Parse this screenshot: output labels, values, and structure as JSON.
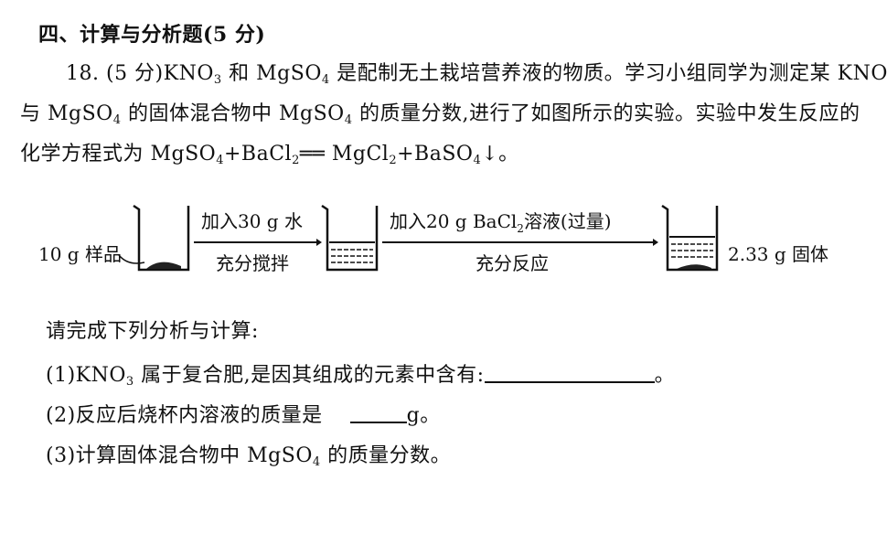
{
  "section_title": "四、计算与分析题(5 分)",
  "question": {
    "number": "18. (5 分)",
    "p1_a": "KNO",
    "sub3": "3",
    "p1_b": " 和 MgSO",
    "sub4": "4",
    "p1_c": " 是配制无土栽培营养液的物质。学习小组同学为测定某 KNO",
    "p2_a": "与 MgSO",
    "p2_b": " 的固体混合物中 MgSO",
    "p2_c": " 的质量分数,进行了如图所示的实验。实验中发生反应的",
    "p3_a": "化学方程式为 MgSO",
    "p3_b": "+BaCl",
    "sub2": "2",
    "p3_c": "══ MgCl",
    "p3_d": "+BaSO",
    "p3_e": "↓。"
  },
  "diagram": {
    "sample_label": "10 g 样品",
    "arrow1_top": "加入30 g 水",
    "arrow1_bottom": "充分搅拌",
    "arrow2_top_a": "加入20 g BaCl",
    "arrow2_top_sub": "2",
    "arrow2_top_b": "溶液(过量)",
    "arrow2_bottom": "充分反应",
    "result_label": "2.33 g 固体"
  },
  "prompt": "请完成下列分析与计算:",
  "items": [
    {
      "a": "(1)KNO",
      "sub": "3",
      "b": " 属于复合肥,是因其组成的元素中含有:",
      "end": "。"
    },
    {
      "a": "(2)反应后烧杯内溶液的质量是",
      "end": "g。"
    },
    {
      "a": "(3)计算固体混合物中 MgSO",
      "sub": "4",
      "b": " 的质量分数。"
    }
  ]
}
